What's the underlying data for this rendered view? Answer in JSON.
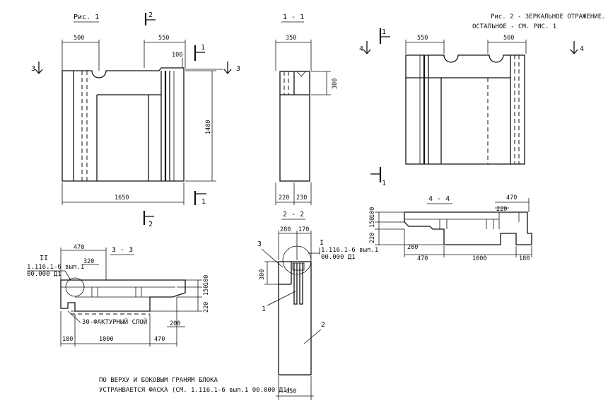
{
  "fig1": {
    "title": "Рис. 1"
  },
  "fig2": {
    "title": "Рис. 2 - ЗЕРКАЛЬНОЕ ОТРАЖЕНИЕ.",
    "note": "ОСТАЛЬНОЕ - СМ. РИС. 1"
  },
  "sections": {
    "s11": "1 - 1",
    "s22": "2 - 2",
    "s33": "3 - 3",
    "s44": "4 - 4"
  },
  "cut_marks": {
    "one": "1",
    "two": "2",
    "three": "3",
    "four": "4"
  },
  "dims_fig1": {
    "d500": "500",
    "d550": "550",
    "d100": "100",
    "d1480": "1480",
    "d1650": "1650"
  },
  "dims_11": {
    "d350": "350",
    "d300": "300",
    "d220": "220",
    "d230": "230"
  },
  "dims_fig2": {
    "d550": "550",
    "d500": "500"
  },
  "dims_44": {
    "d470a": "470",
    "d220": "220",
    "d150": "150",
    "d100": "100",
    "d220b": "220",
    "d200": "200",
    "d470": "470",
    "d1000": "1000",
    "d180": "180"
  },
  "dims_22": {
    "d280": "280",
    "d170": "170",
    "d300": "300",
    "d450": "450"
  },
  "dims_33": {
    "d470": "470",
    "d320": "320",
    "d150": "150",
    "d100": "100",
    "d220": "220",
    "d200": "200",
    "d180": "180",
    "d1000": "1000",
    "d470b": "470"
  },
  "callouts": {
    "roman1": "I",
    "roman2": "II",
    "ref1": "1.116.1-6 вып.1",
    "ref1b": "00.000 Д1",
    "ref2": "1.116.1-6 вып.1",
    "ref2b": "00.000 Д1",
    "pos1": "1",
    "pos2": "2",
    "pos3": "3"
  },
  "layer_label": "30-ФАКТУРНЫЙ СЛОЙ",
  "footer": {
    "line1": "ПО ВЕРХУ И БОКОВЫМ ГРАНЯМ БЛОКА",
    "line2": "УСТРАНВАЕТСЯ ФАСКА (СМ. 1.116.1-6 вып.1 00.000 Д1)"
  }
}
